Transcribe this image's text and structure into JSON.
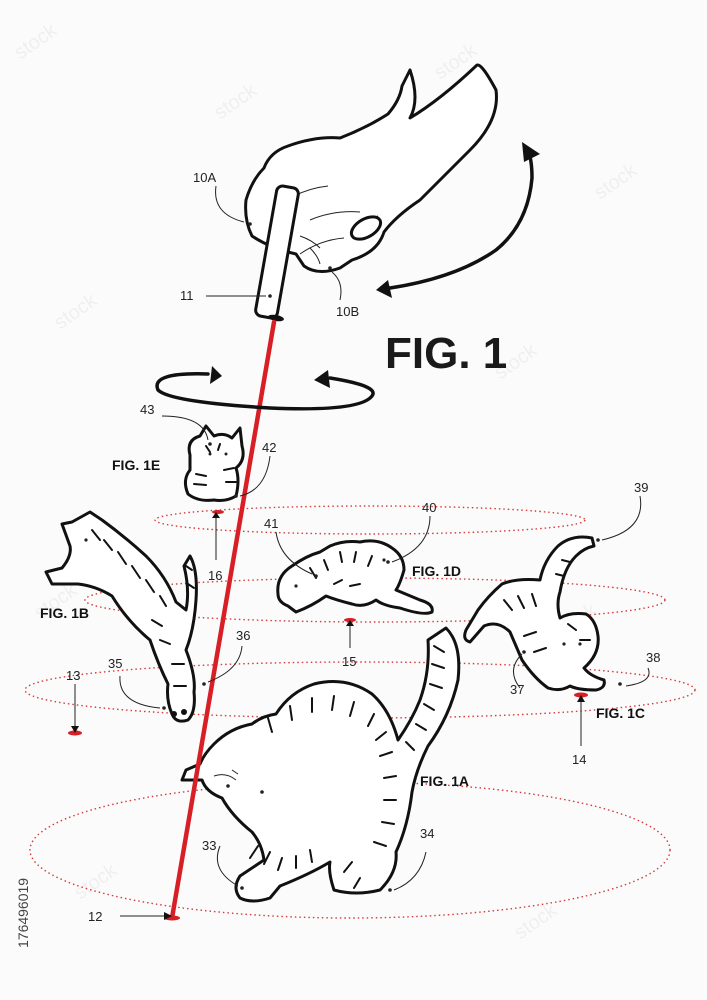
{
  "figure_title": "FIG. 1",
  "sub_figures": {
    "a": "FIG. 1A",
    "b": "FIG. 1B",
    "c": "FIG. 1C",
    "d": "FIG. 1D",
    "e": "FIG. 1E"
  },
  "ref_numerals": {
    "n10a": "10A",
    "n10b": "10B",
    "n11": "11",
    "n12": "12",
    "n13": "13",
    "n14": "14",
    "n15": "15",
    "n16": "16",
    "n33": "33",
    "n34": "34",
    "n35": "35",
    "n36": "36",
    "n37": "37",
    "n38": "38",
    "n39": "39",
    "n40": "40",
    "n41": "41",
    "n42": "42",
    "n43": "43"
  },
  "side_id": "176496019",
  "colors": {
    "laser": "#d81f26",
    "ink": "#111111",
    "orbit": "#d63a3a"
  }
}
